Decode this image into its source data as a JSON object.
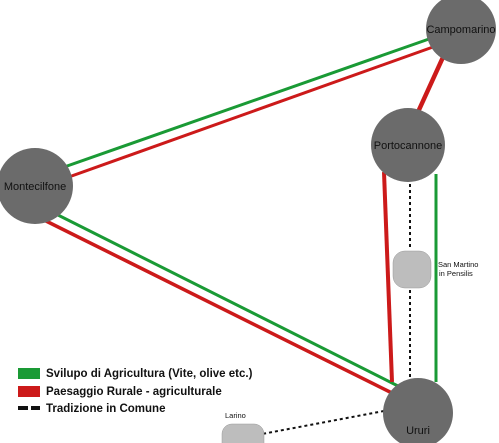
{
  "colors": {
    "agriculture": "#1a9a35",
    "landscape": "#cc1a1a",
    "tradition": "#111111",
    "node_fill": "#6b6b6b",
    "small_node_fill": "#bdbdbd"
  },
  "nodes": {
    "campomarino": "Campomarino",
    "portocannone": "Portocannone",
    "montecilfone": "Montecilfone",
    "ururi": "Ururi",
    "san_martino_line1": "San Martino",
    "san_martino_line2": "in Pensilis",
    "larino": "Larino"
  },
  "legend": {
    "agriculture": "Svilupo di Agricultura (Vite, olive etc.)",
    "landscape": "Paesaggio Rurale - agriculturale",
    "tradition": "Tradizione in Comune"
  }
}
